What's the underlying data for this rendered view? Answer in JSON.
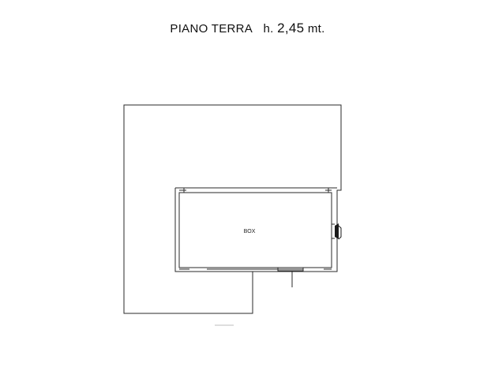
{
  "plan": {
    "title_level": "PIANO TERRA",
    "title_height_prefix": "h.",
    "title_height_value": "2,45",
    "title_height_unit": "mt."
  },
  "rooms": [
    {
      "label": "BOX"
    }
  ],
  "colors": {
    "line": "#2a2a2a",
    "paper": "#ffffff"
  }
}
